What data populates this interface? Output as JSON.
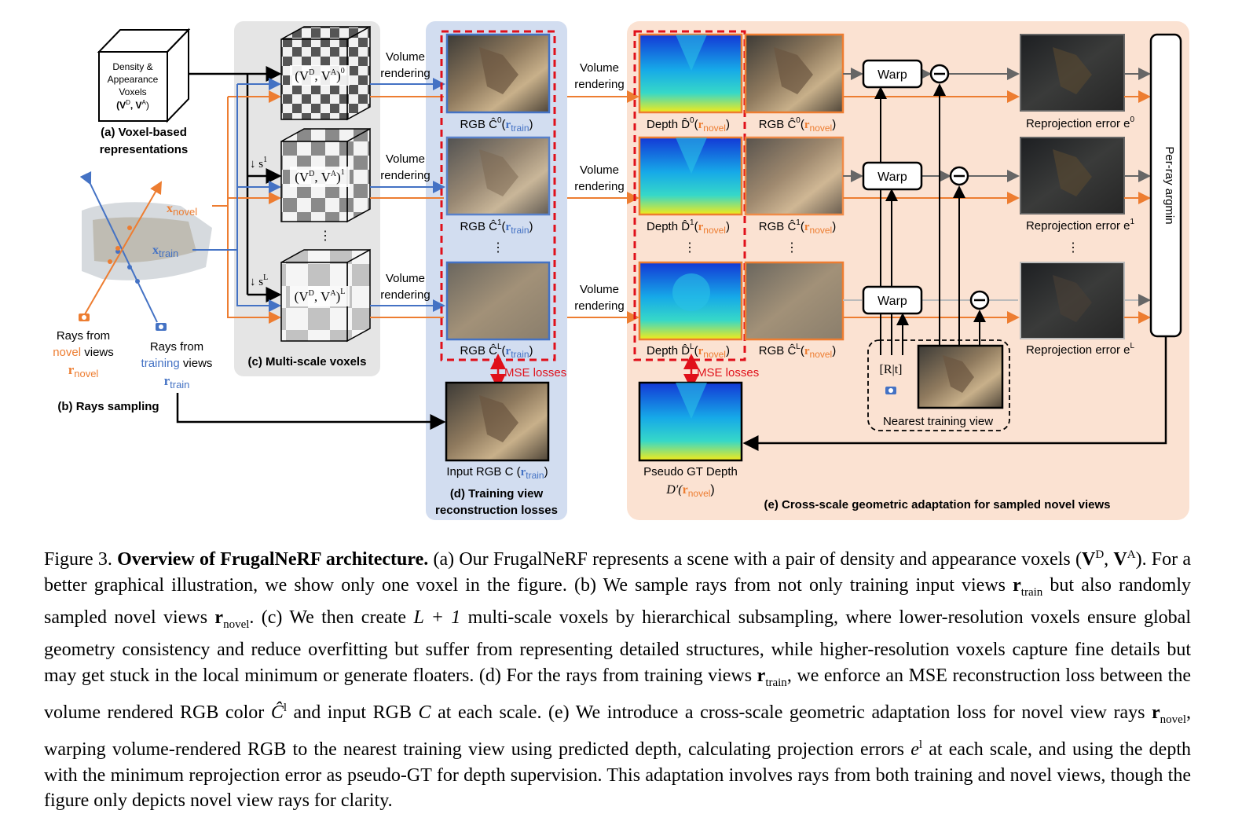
{
  "figure": {
    "a": {
      "box_l1": "Density &",
      "box_l2": "Appearance",
      "box_l3": "Voxels",
      "box_l4": "(V",
      "box_sup1": "D",
      "box_mid": ", V",
      "box_sup2": "A",
      "box_end": ")",
      "label_l1": "(a) Voxel-based",
      "label_l2": "representations"
    },
    "b": {
      "x_novel": "x",
      "x_novel_sub": "novel",
      "x_train": "x",
      "x_train_sub": "train",
      "novel_l1": "Rays from",
      "novel_l2_colored": "novel",
      "novel_l2_rest": " views",
      "novel_sym": "r",
      "novel_sym_sub": "novel",
      "train_l1": "Rays from",
      "train_l2_colored": "training",
      "train_l2_rest": " views",
      "train_sym": "r",
      "train_sym_sub": "train",
      "label": "(b) Rays sampling"
    },
    "c": {
      "voxel_text": "(V",
      "voxel_sup_d": "D",
      "voxel_mid": ", V",
      "voxel_sup_a": "A",
      "voxel_close": ")",
      "scale0": "0",
      "scale1": "1",
      "scaleL": "L",
      "down1": "↓ s",
      "down1_sup": "1",
      "downL": "↓ s",
      "downL_sup": "L",
      "dots": "⋮",
      "label": "(c) Multi-scale voxels"
    },
    "vr": {
      "l1": "Volume",
      "l2": "rendering"
    },
    "d": {
      "rgb0": "RGB Ĉ",
      "rgb0_sup": "0",
      "rgb1_sup": "1",
      "rgbL_sup": "L",
      "r_open": "(",
      "r_sym": "r",
      "r_sub": "train",
      "r_close": ")",
      "dots": "⋮",
      "mse": "MSE losses",
      "input": "Input RGB C (",
      "input_sym": "r",
      "input_sub": "train",
      "input_close": ")",
      "label_l1": "(d) Training view",
      "label_l2": "reconstruction losses"
    },
    "e": {
      "depth": "Depth D̂",
      "rgb": "RGB Ĉ",
      "sup0": "0",
      "sup1": "1",
      "supL": "L",
      "r_open": "(",
      "r_sym": "r",
      "r_sub": "novel",
      "r_close": ")",
      "warp": "Warp",
      "reproj": "Reprojection error e",
      "mse": "MSE losses",
      "rt": "[R|t]",
      "nearest": "Nearest training view",
      "argmin": "Per-ray argmin",
      "pseudo_l1": "Pseudo GT Depth",
      "pseudo_l2": "D′(",
      "pseudo_sym": "r",
      "pseudo_sub": "novel",
      "pseudo_close": ")",
      "dots": "⋮",
      "label": "(e) Cross-scale geometric adaptation for sampled novel views"
    }
  },
  "caption": {
    "fig_no": "Figure 3.",
    "title": "Overview of FrugalNeRF architecture.",
    "t1": " (a) Our FrugalNeRF represents a scene with a pair of density and appearance voxels (",
    "V": "V",
    "supD": "D",
    "comma": ", ",
    "supA": "A",
    "t2": "). For a better graphical illustration, we show only one voxel in the figure. (b) We sample rays from not only training input views ",
    "r": "r",
    "sub_train": "train",
    "t3": " but also randomly sampled novel views ",
    "sub_novel": "novel",
    "t4": ". (c) We then create ",
    "L1": "L + 1",
    "t5": " multi-scale voxels by hierarchical subsampling, where lower-resolution voxels ensure global geometry consistency and reduce overfitting but suffer from representing detailed structures, while higher-resolution voxels capture fine details but may get stuck in the local minimum or generate floaters. (d) For the rays from training views ",
    "t6": ", we enforce an MSE reconstruction loss between the volume rendered RGB color ",
    "Chat": "Ĉ",
    "supl": "l",
    "t7": " and input RGB ",
    "C": "C",
    "t8": " at each scale. (e) We introduce a cross-scale geometric adaptation loss for novel view rays ",
    "t9": ", warping volume-rendered RGB to the nearest training view using predicted depth, calculating projection errors ",
    "e": "e",
    "t10": " at each scale, and using the depth with the minimum reprojection error as pseudo-GT for depth supervision. This adaptation involves rays from both training and novel views, though the figure only depicts novel view rays for clarity."
  }
}
